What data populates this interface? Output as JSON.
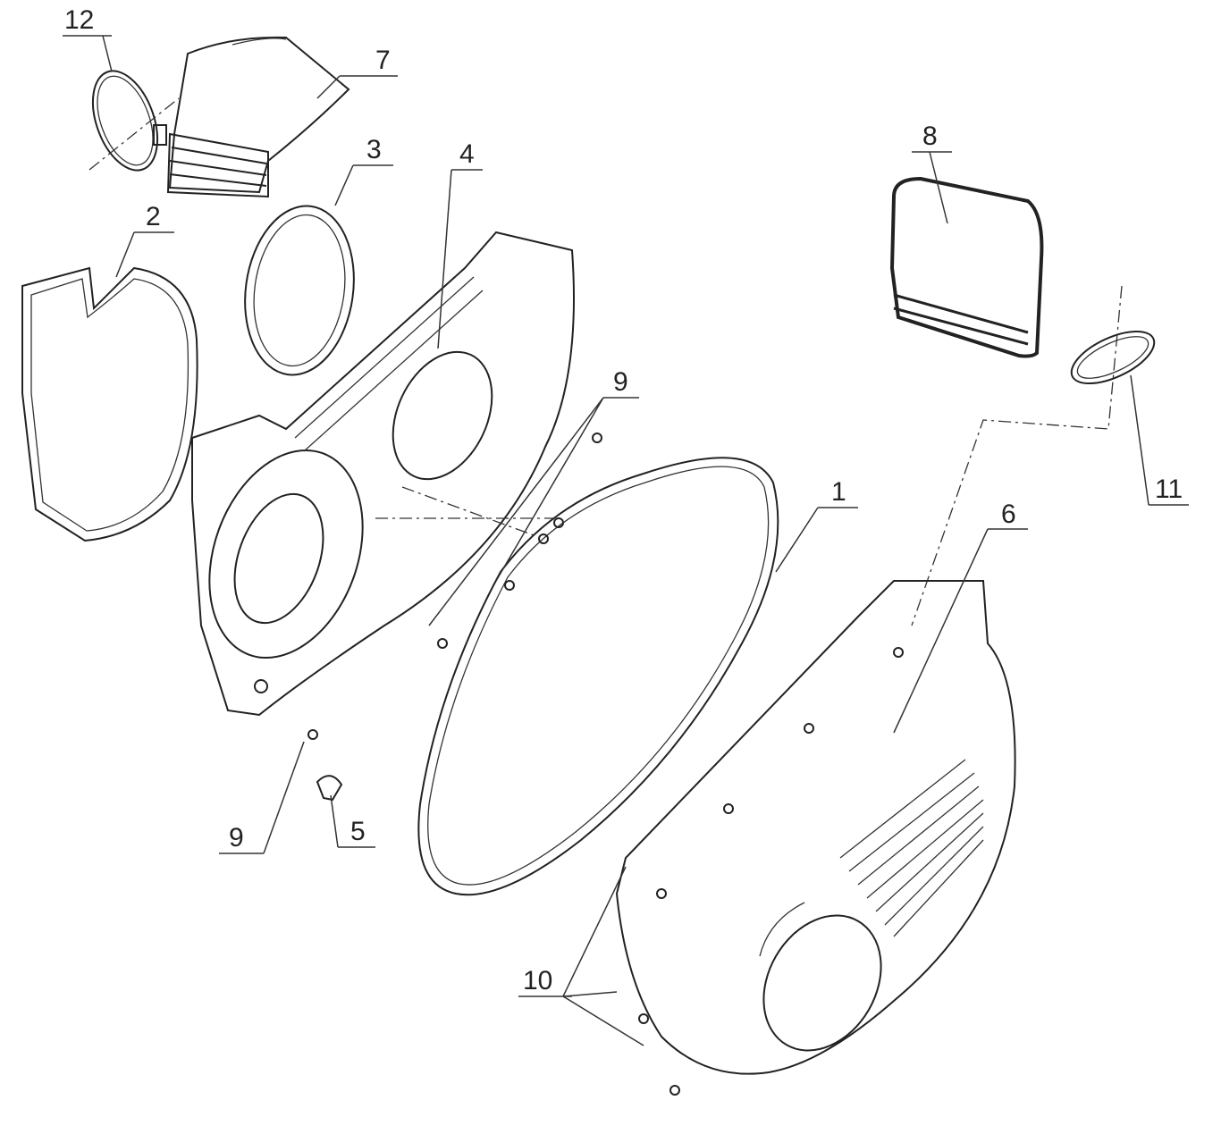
{
  "diagram": {
    "type": "exploded parts diagram",
    "callouts": [
      {
        "id": "12",
        "text": "12"
      },
      {
        "id": "7",
        "text": "7"
      },
      {
        "id": "3",
        "text": "3"
      },
      {
        "id": "4",
        "text": "4"
      },
      {
        "id": "2",
        "text": "2"
      },
      {
        "id": "8",
        "text": "8"
      },
      {
        "id": "9a",
        "text": "9"
      },
      {
        "id": "1",
        "text": "1"
      },
      {
        "id": "6",
        "text": "6"
      },
      {
        "id": "11",
        "text": "11"
      },
      {
        "id": "9b",
        "text": "9"
      },
      {
        "id": "5",
        "text": "5"
      },
      {
        "id": "10",
        "text": "10"
      }
    ]
  }
}
